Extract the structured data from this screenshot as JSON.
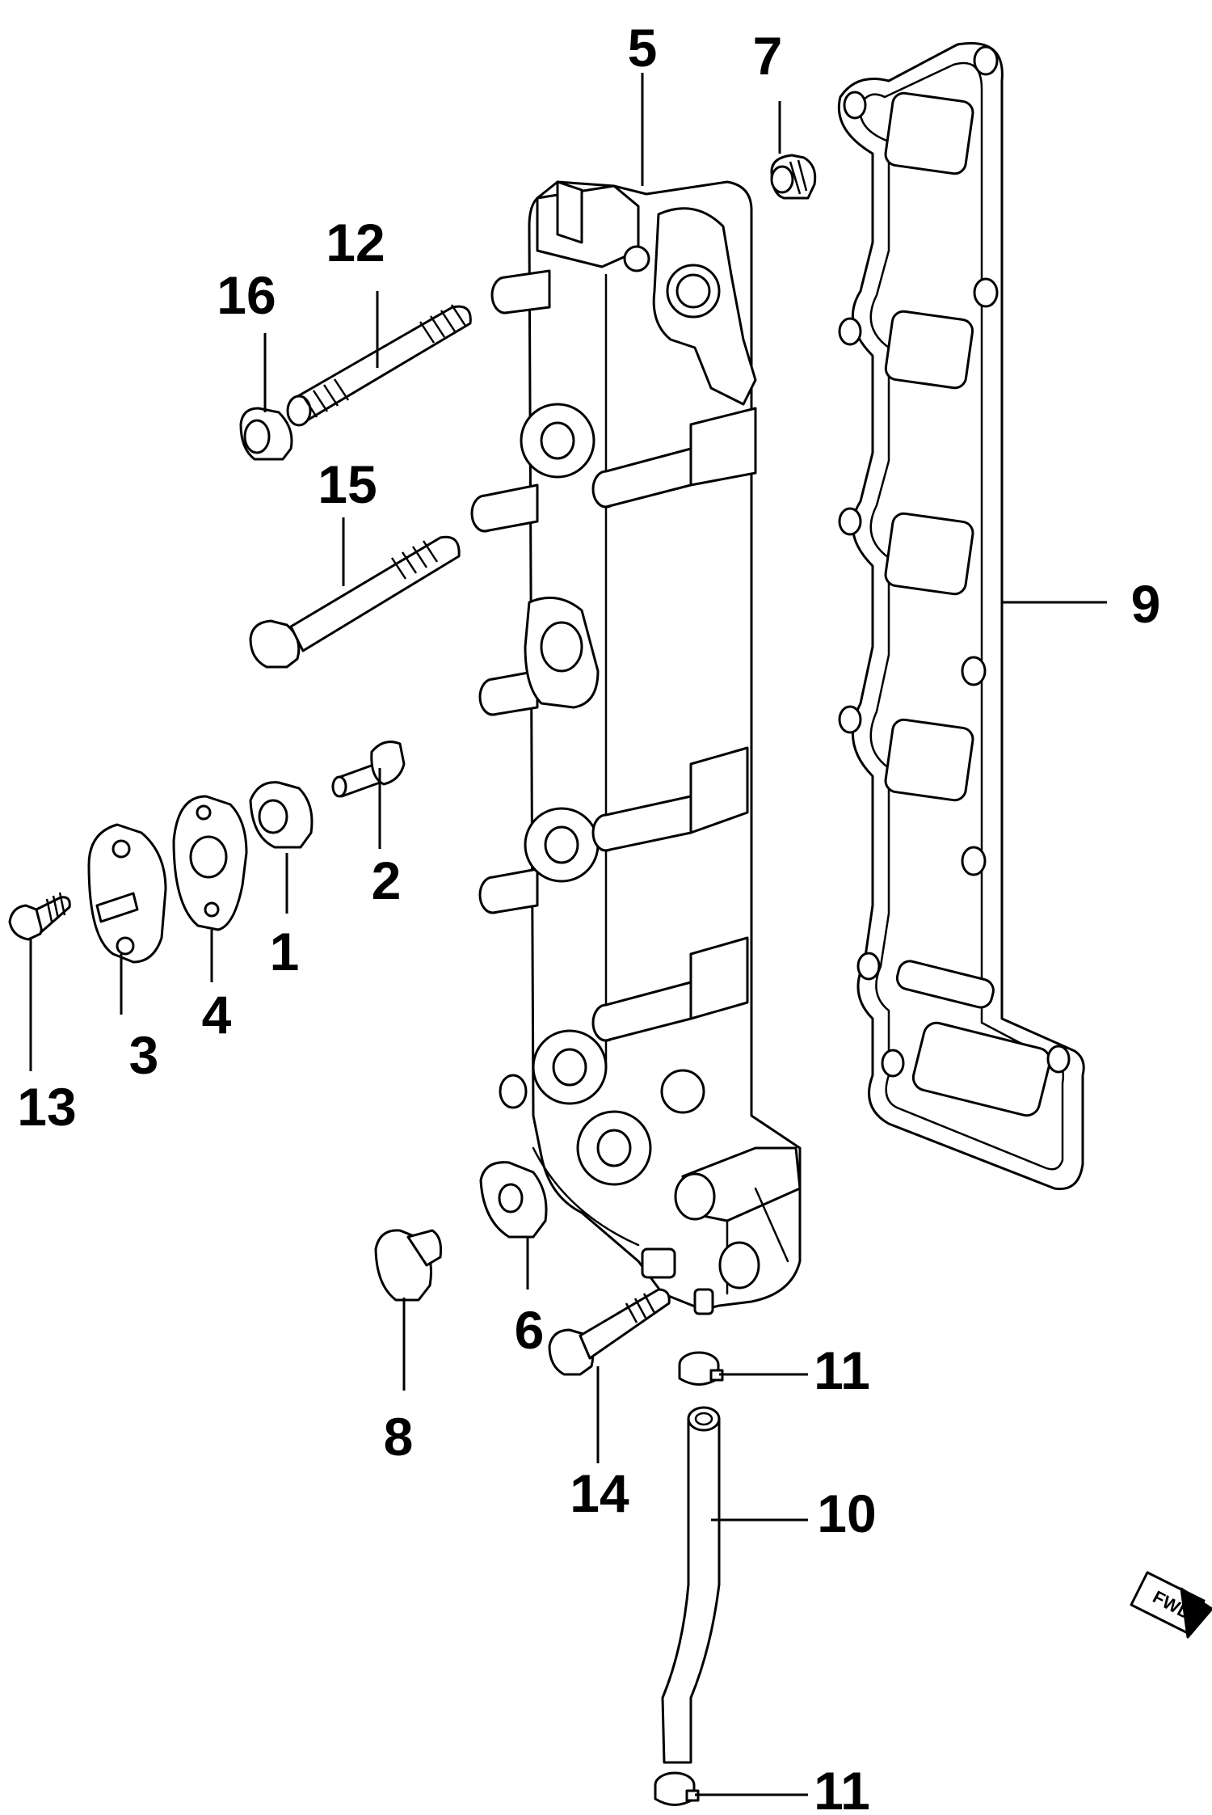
{
  "callouts": {
    "p1": "1",
    "p2": "2",
    "p3": "3",
    "p4": "4",
    "p5": "5",
    "p6": "6",
    "p7": "7",
    "p8": "8",
    "p9": "9",
    "p10": "10",
    "p11a": "11",
    "p11b": "11",
    "p12": "12",
    "p13": "13",
    "p14": "14",
    "p15": "15",
    "p16": "16"
  },
  "fwd_marker": "FWD"
}
